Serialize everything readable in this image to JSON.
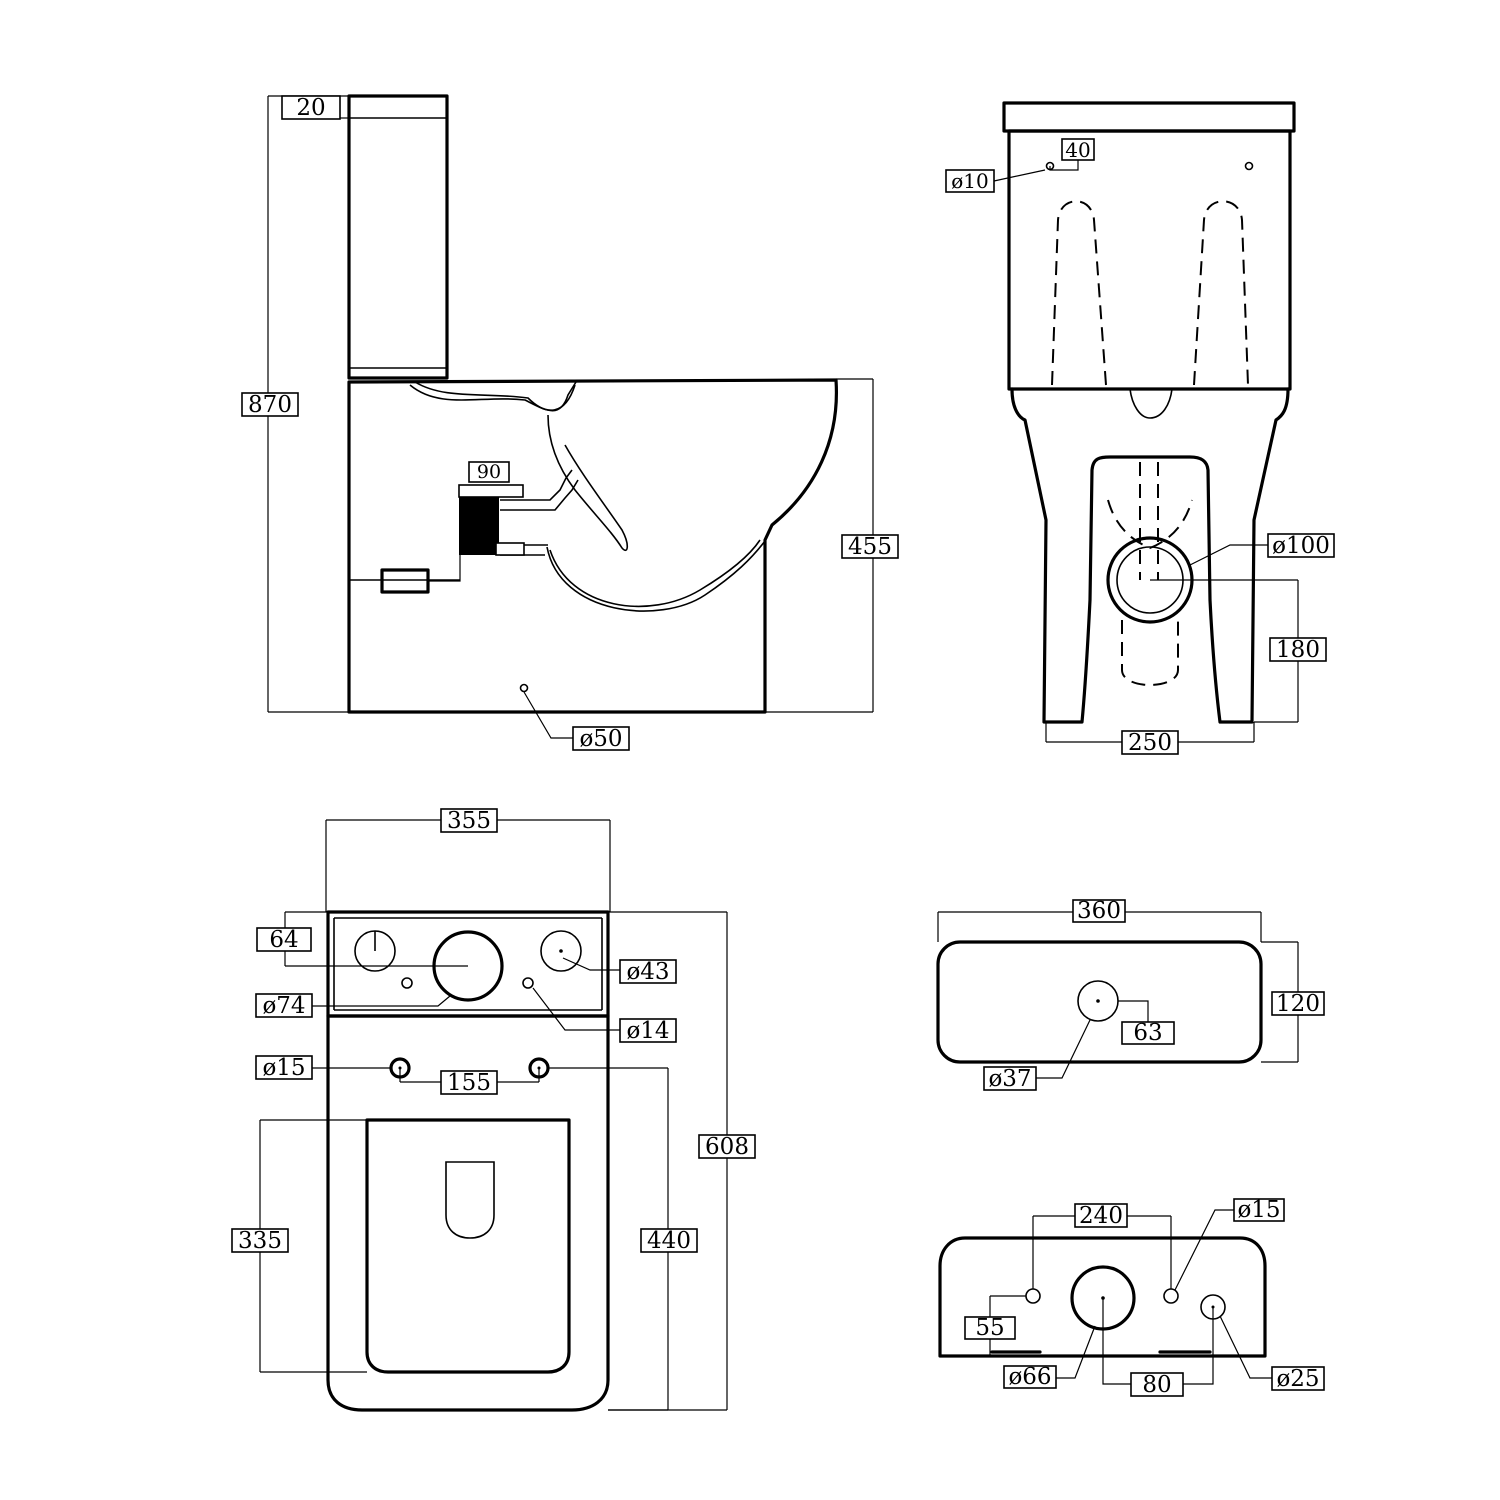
{
  "labels": {
    "side_tank_gap": "20",
    "side_total_height": "870",
    "side_bowl_height": "455",
    "side_inlet": "90",
    "side_outlet_dia": "ø50",
    "rear_hole_offset": "40",
    "rear_hole_dia": "ø10",
    "rear_outlet_dia": "ø100",
    "rear_outlet_height": "180",
    "rear_base_width": "250",
    "top_width": "355",
    "top_tank_depth": "64",
    "top_large_hole": "ø74",
    "top_button_hole": "ø43",
    "top_small_hole": "ø14",
    "top_fix_hole": "ø15",
    "top_fix_spacing": "155",
    "top_total_depth": "608",
    "top_seat_length": "335",
    "top_bowl_length": "440",
    "lid_width": "360",
    "lid_depth": "120",
    "lid_hole_offset": "63",
    "lid_hole_dia": "ø37",
    "base_hole_spacing": "240",
    "base_small_hole": "ø15",
    "base_offset": "55",
    "base_center_hole": "ø66",
    "base_center_offset": "80",
    "base_side_hole": "ø25"
  }
}
